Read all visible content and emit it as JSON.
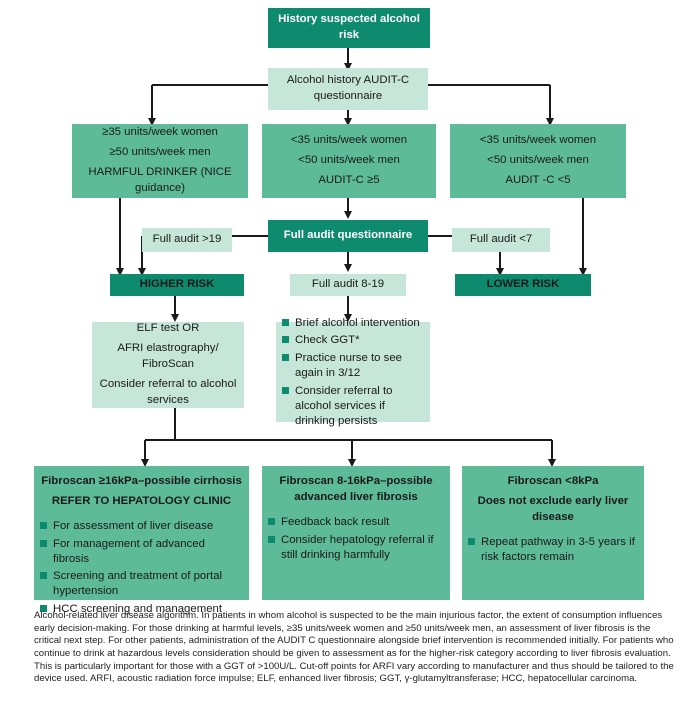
{
  "start": "History suspected alcohol risk",
  "audit_c": "Alcohol history AUDIT-C questionnaire",
  "branch_left": [
    "≥35 units/week women",
    "≥50 units/week men",
    "HARMFUL DRINKER (NICE guidance)"
  ],
  "branch_mid": [
    "<35 units/week women",
    "<50 units/week men",
    "AUDIT-C ≥5"
  ],
  "branch_right": [
    "<35 units/week women",
    "<50 units/week men",
    "AUDIT -C <5"
  ],
  "full_audit": "Full audit questionnaire",
  "full_audit_gt19": "Full audit >19",
  "full_audit_lt7": "Full audit <7",
  "higher_risk": "HIGHER RISK",
  "lower_risk": "LOWER RISK",
  "full_audit_8_19": "Full audit 8-19",
  "elf_box": [
    "ELF test OR",
    "AFRI elastrography/ FibroScan",
    "Consider referral to alcohol services"
  ],
  "intervention_items": [
    "Brief alcohol intervention",
    "Check GGT*",
    "Practice nurse to see again in 3/12",
    "Consider referral to alcohol services if drinking persists"
  ],
  "outcome_left": {
    "title": "Fibroscan ≥16kPa–possible cirrhosis",
    "subtitle": "REFER TO HEPATOLOGY CLINIC",
    "items": [
      "For assessment of liver disease",
      "For management of advanced fibrosis",
      "Screening and treatment of portal hypertension",
      "HCC screening and management"
    ]
  },
  "outcome_mid": {
    "title": "Fibroscan 8-16kPa–possible advanced liver fibrosis",
    "items": [
      "Feedback back result",
      "Consider hepatology referral if still drinking harmfully"
    ]
  },
  "outcome_right": {
    "title": "Fibroscan <8kPa",
    "subtitle": "Does not exclude early liver disease",
    "items": [
      "Repeat pathway in 3-5 years if risk factors remain"
    ]
  },
  "caption": "Alcohol-related liver disease algorithm. In patients in whom alcohol is suspected to be the main injurious factor, the extent of consumption influences early decision-making. For those drinking at harmful levels, ≥35 units/week women and ≥50 units/week men, an assessment of liver fibrosis is the critical next step. For other patients, administration of the AUDIT C questionnaire alongside brief intervention is recommended initially. For patients who continue to drink at hazardous levels consideration should be given to assessment as for the higher-risk category according to liver fibrosis evaluation. This is particularly important for those with a GGT of >100U/L. Cut-off points for ARFI vary according to manufacturer and thus should be tailored to the device used. ARFI, acoustic radiation force impulse; ELF, enhanced liver fibrosis; GGT, γ-glutamyltransferase; HCC, hepatocellular carcinoma.",
  "colors": {
    "dark": "#0e8a6e",
    "mid": "#5dbb9a",
    "light": "#c6e6d9",
    "line": "#1a1a1a"
  }
}
